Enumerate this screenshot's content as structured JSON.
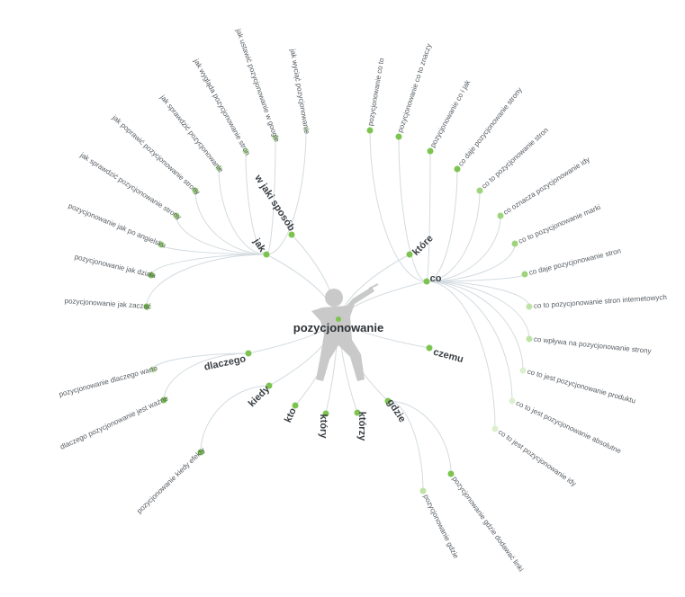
{
  "root": {
    "label": "pozycjonowanie"
  },
  "colors": {
    "edge": "#d3dbe0",
    "node_strong": "#7cc44f",
    "node_medium": "#9fd37c",
    "node_light": "#bfe2a6",
    "node_faint": "#dcefcf",
    "figure": "#c9c9c9"
  },
  "icons": {
    "center_figure": "pointing-person-icon"
  },
  "branches": [
    {
      "id": "jak",
      "label": "jak",
      "children": [
        {
          "label": "jak wyciąć pozycjonowanie",
          "shade": "faint"
        },
        {
          "label": "jak ustawić pozycjonowanie w google",
          "shade": "light"
        },
        {
          "label": "jak wygląda pozycjonowanie stron",
          "shade": "light"
        },
        {
          "label": "jak sprawdzić pozycjonowanie",
          "shade": "light"
        },
        {
          "label": "jak poprawić pozycjonowanie strony",
          "shade": "medium"
        },
        {
          "label": "jak sprawdzić pozycjonowanie strony",
          "shade": "medium"
        },
        {
          "label": "pozycjonowanie jak po angielsku",
          "shade": "medium"
        },
        {
          "label": "pozycjonowanie jak działa",
          "shade": "strong"
        },
        {
          "label": "pozycjonowanie jak zacząć",
          "shade": "strong"
        }
      ]
    },
    {
      "id": "w_jaki_sposob",
      "label": "w jaki sposób",
      "children": []
    },
    {
      "id": "ktore",
      "label": "które",
      "children": []
    },
    {
      "id": "co",
      "label": "co",
      "children": [
        {
          "label": "pozycjonowanie co to",
          "shade": "strong"
        },
        {
          "label": "pozycjonowanie co to znaczy",
          "shade": "strong"
        },
        {
          "label": "pozycjonowanie co i jak",
          "shade": "strong"
        },
        {
          "label": "co daje pozycjonowanie strony",
          "shade": "strong"
        },
        {
          "label": "co to pozycjonowanie stron",
          "shade": "medium"
        },
        {
          "label": "co oznacza pozycjonowanie idy",
          "shade": "medium"
        },
        {
          "label": "co to pozycjonowanie marki",
          "shade": "medium"
        },
        {
          "label": "co daje pozycjonowanie stron",
          "shade": "medium"
        },
        {
          "label": "co to pozycjonowanie stron internetowych",
          "shade": "light"
        },
        {
          "label": "co wpływa na pozycjonowanie strony",
          "shade": "light"
        },
        {
          "label": "co to jest pozycjonowanie produktu",
          "shade": "faint"
        },
        {
          "label": "co to jest pozycjonowanie absolutne",
          "shade": "faint"
        },
        {
          "label": "co to jest pozycjonowanie idy",
          "shade": "faint"
        }
      ]
    },
    {
      "id": "czemu",
      "label": "czemu",
      "children": []
    },
    {
      "id": "gdzie",
      "label": "gdzie",
      "children": [
        {
          "label": "pozycjonowanie gdzie dodawać linki",
          "shade": "strong"
        },
        {
          "label": "pozycjonowanie gdzie",
          "shade": "light"
        }
      ]
    },
    {
      "id": "ktorzy",
      "label": "którzy",
      "children": []
    },
    {
      "id": "ktory",
      "label": "który",
      "children": []
    },
    {
      "id": "kto",
      "label": "kto",
      "children": []
    },
    {
      "id": "kiedy",
      "label": "kiedy",
      "children": [
        {
          "label": "pozycjonowanie kiedy efekty",
          "shade": "strong"
        }
      ]
    },
    {
      "id": "dlaczego",
      "label": "dlaczego",
      "children": [
        {
          "label": "pozycjonowanie dlaczego warto",
          "shade": "light"
        },
        {
          "label": "dlaczego pozycjonowanie jest ważne",
          "shade": "strong"
        }
      ]
    }
  ]
}
